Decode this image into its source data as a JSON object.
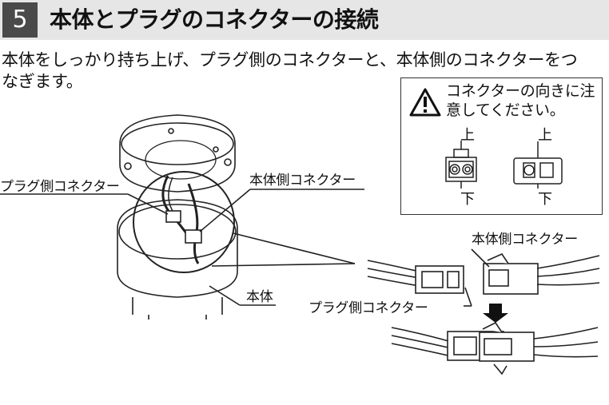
{
  "header": {
    "step_number": "5",
    "title": "本体とプラグのコネクターの接続"
  },
  "instruction": {
    "line1": "本体をしっかり持ち上げ、プラグ側のコネクターと、本体側のコネクターをつ",
    "line2": "なぎます。"
  },
  "notice": {
    "icon": "warning-triangle-icon",
    "text": "コネクターの向きに注意してください。",
    "left_top": "上",
    "left_bottom": "下",
    "right_top": "上",
    "right_bottom": "下"
  },
  "labels": {
    "plug_connector_left": "プラグ側コネクター",
    "body_connector_center": "本体側コネクター",
    "body": "本体",
    "body_connector_right": "本体側コネクター",
    "plug_connector_right": "プラグ側コネクター"
  }
}
